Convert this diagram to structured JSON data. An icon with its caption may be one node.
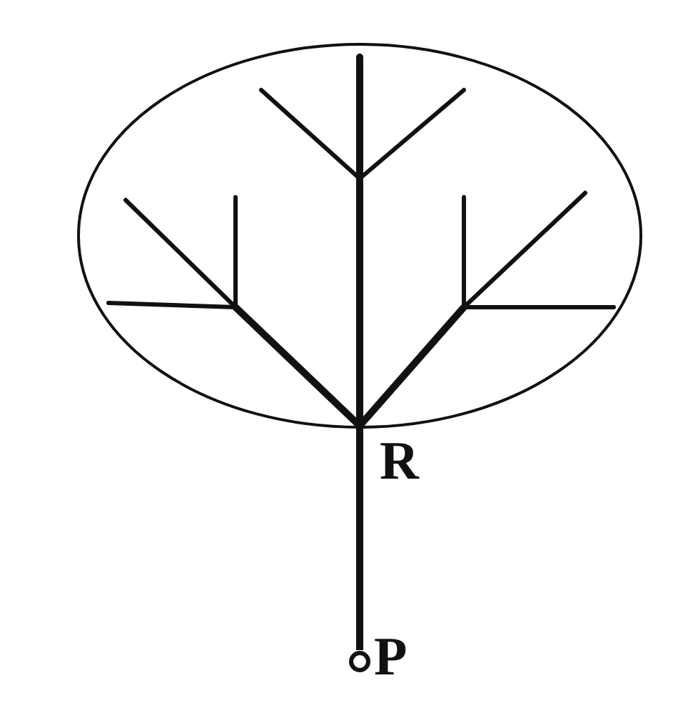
{
  "diagram": {
    "nodes": [
      {
        "text": [
          "R"
        ]
      },
      {
        "text": [],
        "shape": "circle",
        "beside": [
          "P"
        ]
      }
    ],
    "edges": [
      {
        "from": 1,
        "to": 0,
        "arrow": "none"
      }
    ]
  }
}
